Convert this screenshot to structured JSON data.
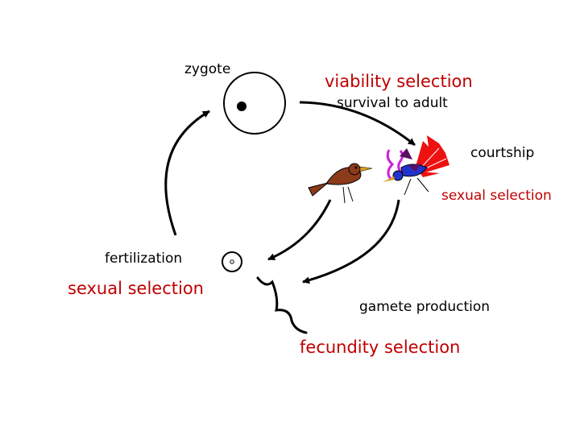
{
  "labels": {
    "zygote": "zygote",
    "viability_selection": "viability selection",
    "survival_to_adult": "survival to adult",
    "courtship": "courtship",
    "sexual_selection_courtship": "sexual selection",
    "fertilization": "fertilization",
    "sexual_selection_fertilization": "sexual selection",
    "gamete_production": "gamete production",
    "fecundity_selection": "fecundity selection"
  },
  "colors": {
    "text": "#000000",
    "selection_text": "#c00000",
    "arrow": "#000000",
    "female_bird": "#8b3a1a",
    "male_bird_body": "#2233cc",
    "male_bird_wing": "#5a1060",
    "fan_red": "#ee1111",
    "plume": "#cc22dd"
  }
}
